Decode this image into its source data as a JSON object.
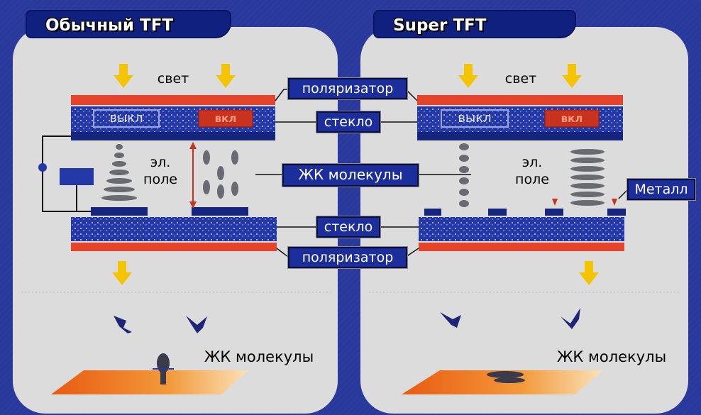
{
  "left": {
    "title": "Обычный TFT",
    "light": "свет",
    "off": "выкл",
    "on": "вкл",
    "field_line1": "эл.",
    "field_line2": "поле",
    "bottom_label": "ЖК молекулы"
  },
  "right": {
    "title": "Super TFT",
    "light": "свет",
    "off": "выкл",
    "on": "вкл",
    "field_line1": "эл.",
    "field_line2": "поле",
    "bottom_label": "ЖК молекулы"
  },
  "callouts": {
    "polarizer_top": "поляризатор",
    "glass_top": "стекло",
    "lc_molecules": "ЖК молекулы",
    "metal": "Металл",
    "glass_bottom": "стекло",
    "polarizer_bottom": "поляризатор"
  },
  "colors": {
    "background": "#2a3a9c",
    "panel": "#dcdcdc",
    "polarizer": "#e5432a",
    "glass": "#2438a8",
    "arrow": "#f5c400"
  }
}
